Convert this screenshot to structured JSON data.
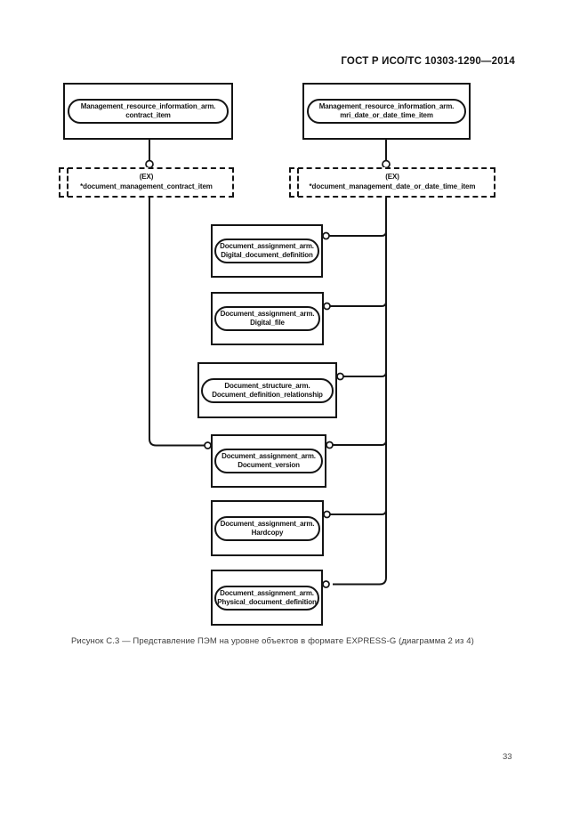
{
  "header": {
    "title": "ГОСТ Р ИСО/ТС 10303-1290—2014"
  },
  "diagram": {
    "top_entities": [
      {
        "line1": "Management_resource_information_arm.",
        "line2": "contract_item"
      },
      {
        "line1": "Management_resource_information_arm.",
        "line2": "mri_date_or_date_time_item"
      }
    ],
    "page_refs": [
      {
        "tag": "(EX)",
        "name": "*document_management_contract_item"
      },
      {
        "tag": "(EX)",
        "name": "*document_management_date_or_date_time_item"
      }
    ],
    "entities": [
      {
        "line1": "Document_assignment_arm.",
        "line2": "Digital_document_definition"
      },
      {
        "line1": "Document_assignment_arm.",
        "line2": "Digital_file"
      },
      {
        "line1": "Document_structure_arm.",
        "line2": "Document_definition_relationship"
      },
      {
        "line1": "Document_assignment_arm.",
        "line2": "Document_version"
      },
      {
        "line1": "Document_assignment_arm.",
        "line2": "Hardcopy"
      },
      {
        "line1": "Document_assignment_arm.",
        "line2": "Physical_document_definition"
      }
    ],
    "colors": {
      "ink": "#141414",
      "background": "#ffffff"
    }
  },
  "caption": "Рисунок С.3 — Представление ПЭМ на уровне объектов в формате EXPRESS-G (диаграмма 2 из 4)",
  "page_number": "33"
}
